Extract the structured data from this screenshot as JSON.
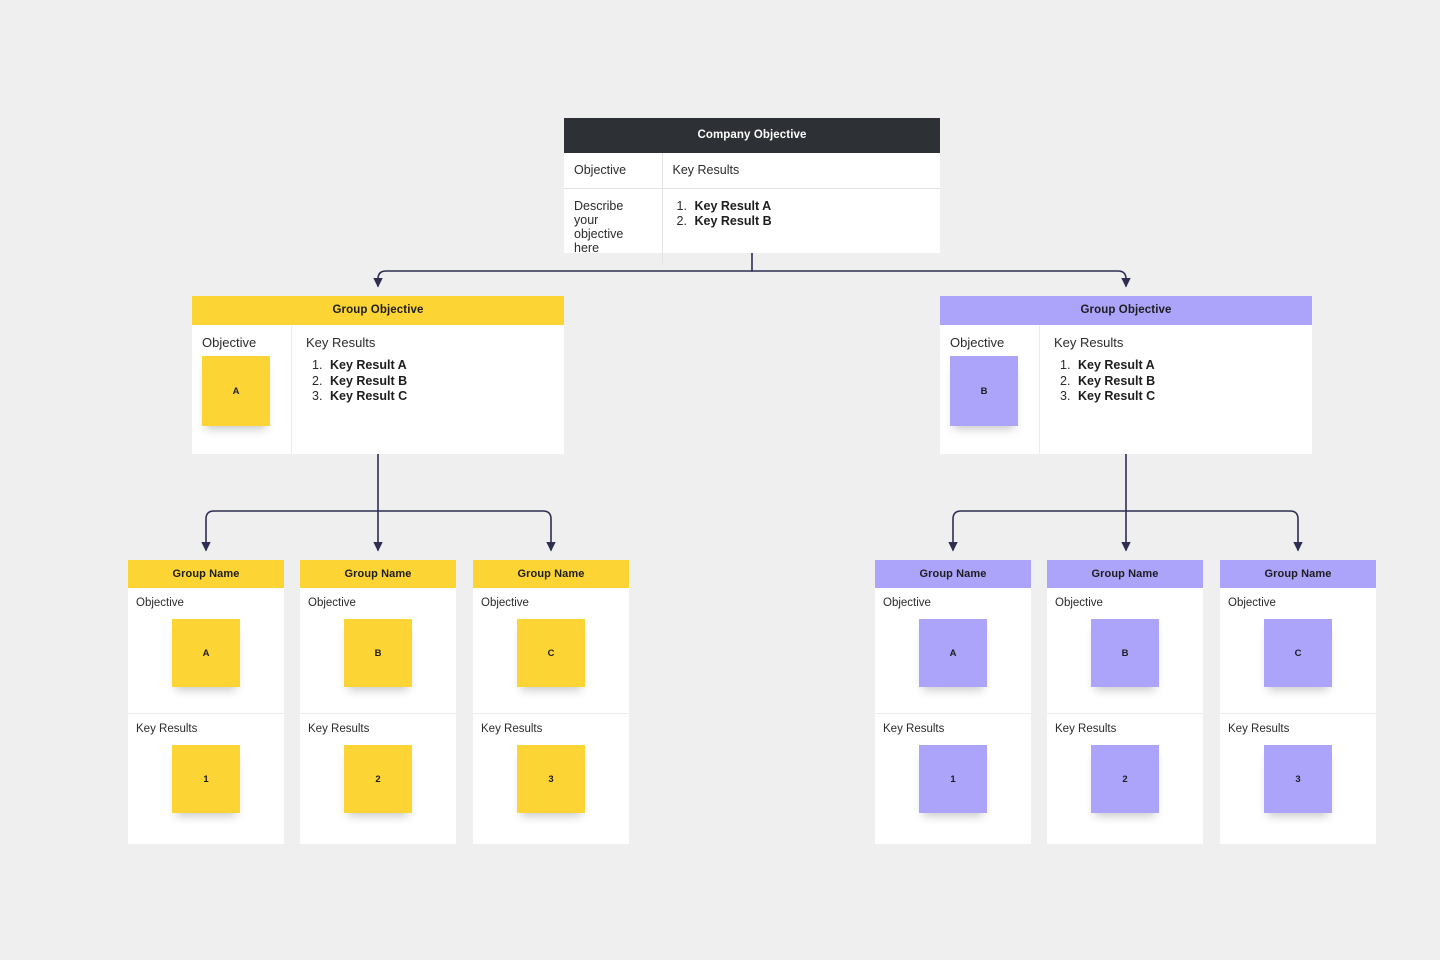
{
  "canvas": {
    "background": "#efefef",
    "connector_color": "#2e2e52"
  },
  "palette": {
    "dark": "#2d3034",
    "yellow": "#fcd434",
    "purple": "#aca4fb",
    "card_bg": "#ffffff",
    "divider": "#ececec",
    "text": "#1d1d1d"
  },
  "company": {
    "title": "Company Objective",
    "col_objective": "Objective",
    "col_key_results": "Key Results",
    "objective_text": "Describe your objective here",
    "key_results": [
      {
        "num": "1.",
        "text": "Key Result A"
      },
      {
        "num": "2.",
        "text": "Key Result B"
      }
    ]
  },
  "groups": [
    {
      "id": "group-yellow",
      "color": "yellow",
      "title": "Group Objective",
      "label_objective": "Objective",
      "label_key_results": "Key Results",
      "note": "A",
      "key_results": [
        {
          "num": "1.",
          "text": "Key Result A"
        },
        {
          "num": "2.",
          "text": "Key Result B"
        },
        {
          "num": "3.",
          "text": "Key Result C"
        }
      ]
    },
    {
      "id": "group-purple",
      "color": "purple",
      "title": "Group Objective",
      "label_objective": "Objective",
      "label_key_results": "Key Results",
      "note": "B",
      "key_results": [
        {
          "num": "1.",
          "text": "Key Result A"
        },
        {
          "num": "2.",
          "text": "Key Result B"
        },
        {
          "num": "3.",
          "text": "Key Result C"
        }
      ]
    }
  ],
  "leaves": [
    {
      "id": "leaf-y1",
      "color": "yellow",
      "title": "Group Name",
      "label_objective": "Objective",
      "label_key_results": "Key Results",
      "objective_note": "A",
      "key_result_note": "1"
    },
    {
      "id": "leaf-y2",
      "color": "yellow",
      "title": "Group Name",
      "label_objective": "Objective",
      "label_key_results": "Key Results",
      "objective_note": "B",
      "key_result_note": "2"
    },
    {
      "id": "leaf-y3",
      "color": "yellow",
      "title": "Group Name",
      "label_objective": "Objective",
      "label_key_results": "Key Results",
      "objective_note": "C",
      "key_result_note": "3"
    },
    {
      "id": "leaf-p1",
      "color": "purple",
      "title": "Group Name",
      "label_objective": "Objective",
      "label_key_results": "Key Results",
      "objective_note": "A",
      "key_result_note": "1"
    },
    {
      "id": "leaf-p2",
      "color": "purple",
      "title": "Group Name",
      "label_objective": "Objective",
      "label_key_results": "Key Results",
      "objective_note": "B",
      "key_result_note": "2"
    },
    {
      "id": "leaf-p3",
      "color": "purple",
      "title": "Group Name",
      "label_objective": "Objective",
      "label_key_results": "Key Results",
      "objective_note": "C",
      "key_result_note": "3"
    }
  ]
}
